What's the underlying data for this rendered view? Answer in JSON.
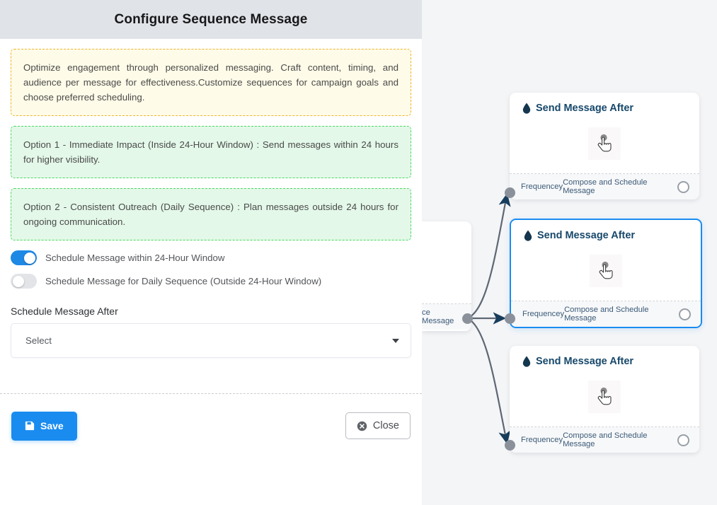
{
  "panel": {
    "title": "Configure Sequence Message",
    "note": "Optimize engagement through personalized messaging. Craft content, timing, and audience per message for effectiveness.Customize sequences for campaign goals and choose preferred scheduling.",
    "options": [
      "Option 1 - Immediate Impact (Inside 24-Hour Window) : Send messages within 24 hours for higher visibility.",
      "Option 2 - Consistent Outreach (Daily Sequence) : Plan messages outside 24 hours for ongoing communication."
    ],
    "toggles": [
      {
        "label": "Schedule Message within 24-Hour Window",
        "state": "on"
      },
      {
        "label": "Schedule Message for Daily Sequence (Outside 24-Hour Window)",
        "state": "off"
      }
    ],
    "select": {
      "label": "Schedule Message After",
      "value": "Select"
    },
    "buttons": {
      "save": "Save",
      "close": "Close"
    }
  },
  "canvas": {
    "partial_node": {
      "footer_text": "ce Message"
    },
    "nodes": [
      {
        "title": "Send Message After",
        "icon": "droplet-icon",
        "body_icon": "hand-pointer-icon",
        "footer_left": "Frequencey",
        "footer_right": "Compose and Schedule Message",
        "selected": false
      },
      {
        "title": "Send Message After",
        "icon": "droplet-icon",
        "body_icon": "hand-pointer-icon",
        "footer_left": "Frequencey",
        "footer_right": "Compose and Schedule Message",
        "selected": true
      },
      {
        "title": "Send Message After",
        "icon": "droplet-icon",
        "body_icon": "hand-pointer-icon",
        "footer_left": "Frequencey",
        "footer_right": "Compose and Schedule Message",
        "selected": false
      }
    ]
  },
  "colors": {
    "accent_blue": "#1a8cf0",
    "toggle_on": "#1e88e5",
    "note_border": "#f0b429",
    "note_bg": "#fefbe8",
    "option_border": "#4bd863",
    "option_bg": "#e3f8e8",
    "node_title": "#17486b",
    "header_bg": "#e0e3e7",
    "canvas_bg": "#f4f5f7",
    "edge": "#5e6774"
  }
}
